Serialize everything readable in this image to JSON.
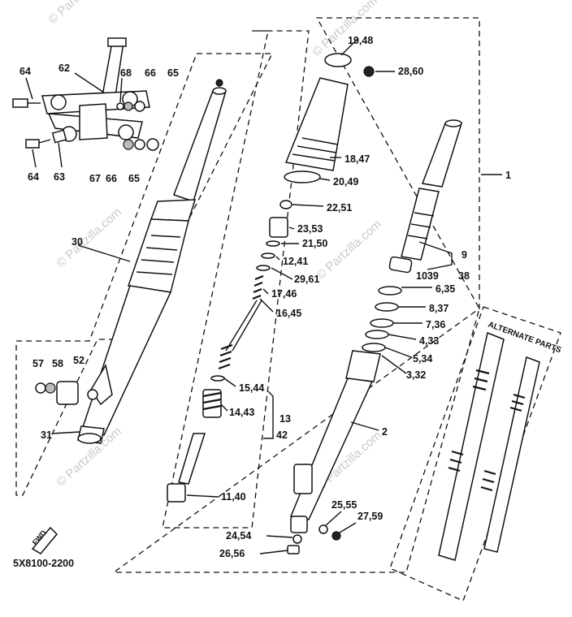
{
  "diagram": {
    "code": "5X8100-2200",
    "fwd_label": "FWD",
    "alternate_title": "ALTERNATE PARTS",
    "watermark": "© Partzilla.com",
    "labels": {
      "l64a": "64",
      "l62": "62",
      "l68": "68",
      "l66a": "66",
      "l65a": "65",
      "l64b": "64",
      "l63": "63",
      "l67": "67",
      "l66b": "66",
      "l65b": "65",
      "l30": "30",
      "l57": "57",
      "l58": "58",
      "l52": "52",
      "l31": "31",
      "l19": "19,48",
      "l28": "28,60",
      "l18": "18,47",
      "l20": "20,49",
      "l22": "22,51",
      "l23": "23,53",
      "l21": "21,50",
      "l12": "12,41",
      "l29": "29,61",
      "l17": "17,46",
      "l16": "16,45",
      "l15": "15,44",
      "l14": "14,43",
      "l13": "13",
      "l42": "42",
      "l11": "11,40",
      "l1": "1",
      "l9": "9",
      "l38": "38",
      "l10": "1039",
      "l6": "6,35",
      "l8": "8,37",
      "l7": "7,36",
      "l4": "4,33",
      "l5": "5,34",
      "l3": "3,32",
      "l2": "2",
      "l25": "25,55",
      "l27": "27,59",
      "l24": "24,54",
      "l26": "26,56"
    }
  }
}
